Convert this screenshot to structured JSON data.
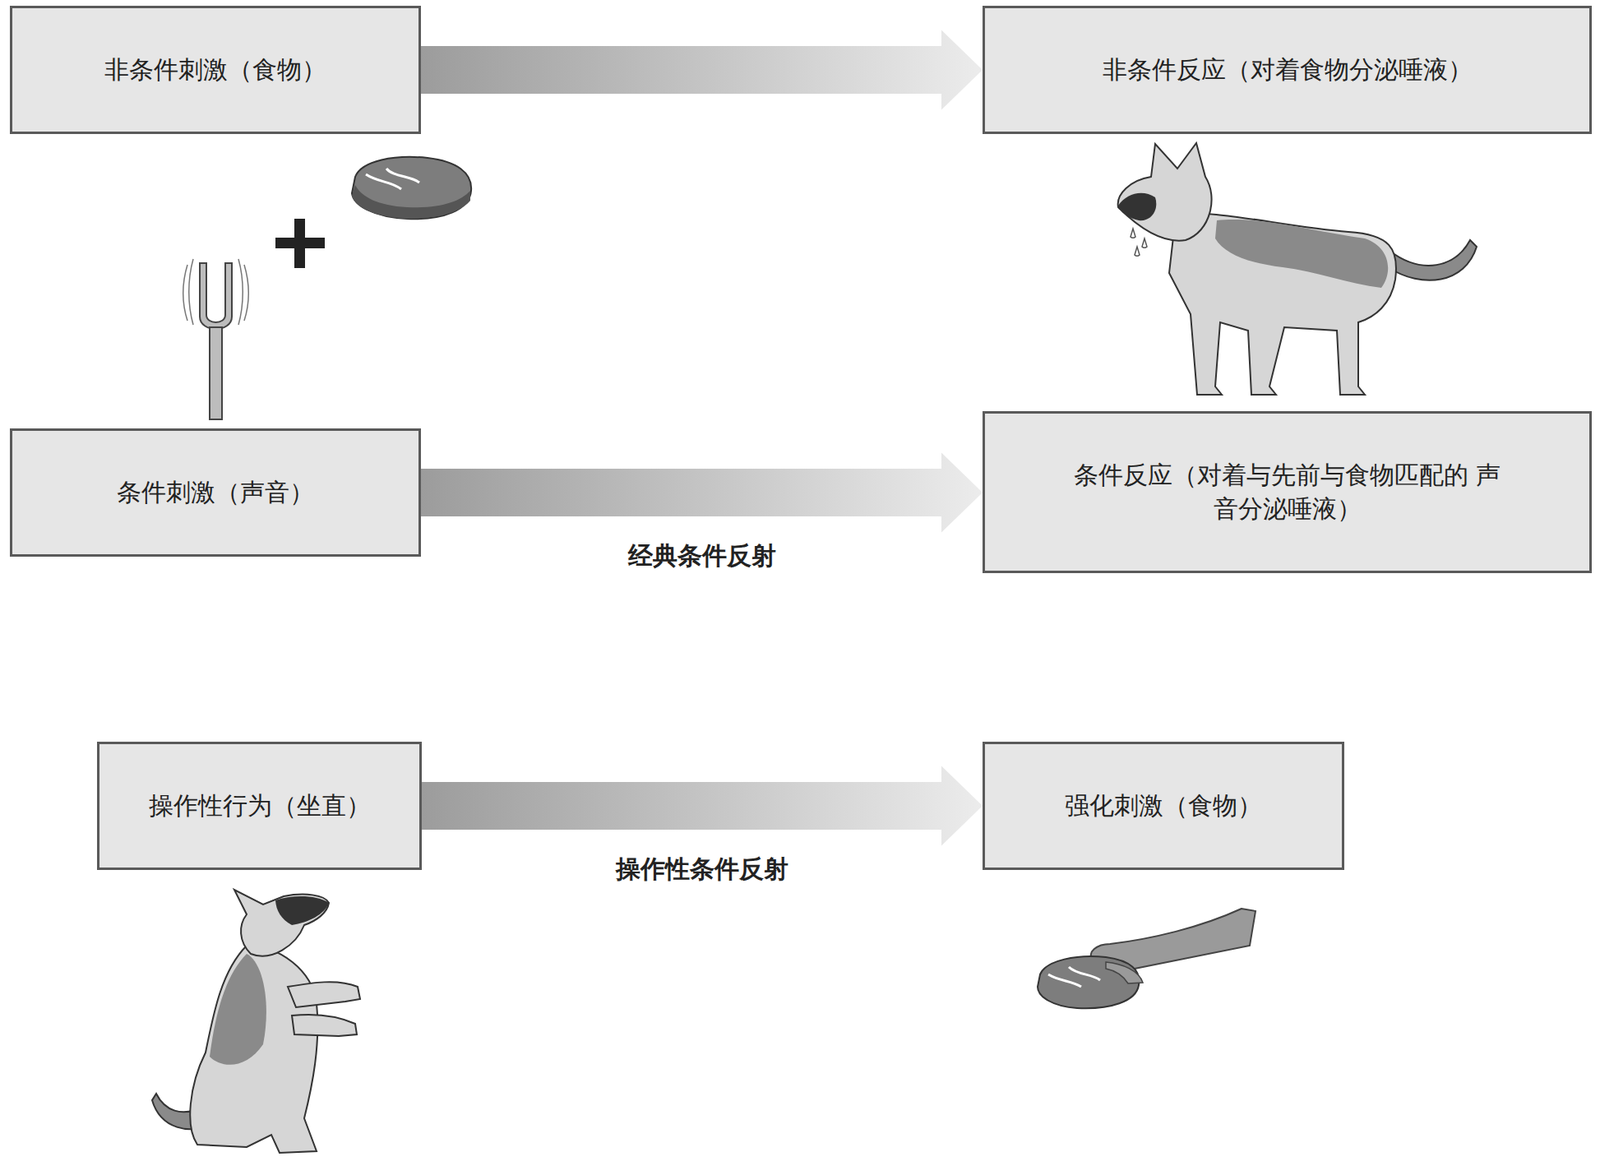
{
  "diagram": {
    "nodes": [
      {
        "text": [
          "非条件刺激（食物）"
        ]
      },
      {
        "text": [
          "非条件反应（对着食物分泌唾液）"
        ]
      },
      {
        "text": [
          "条件刺激（声音）"
        ]
      },
      {
        "text": [
          "条件反应（对着与先前与食物匹配的 声音分泌唾液）"
        ]
      },
      {
        "text": [
          "操作性行为（坐直）"
        ]
      },
      {
        "text": [
          "强化刺激（食物）"
        ]
      }
    ],
    "edges": [
      {
        "from": 0,
        "to": 1,
        "arrow": "to"
      },
      {
        "from": 2,
        "to": 3,
        "label": "经典条件反射",
        "arrow": "to"
      },
      {
        "from": 4,
        "to": 5,
        "label": "操作性条件反射",
        "arrow": "to"
      }
    ]
  }
}
